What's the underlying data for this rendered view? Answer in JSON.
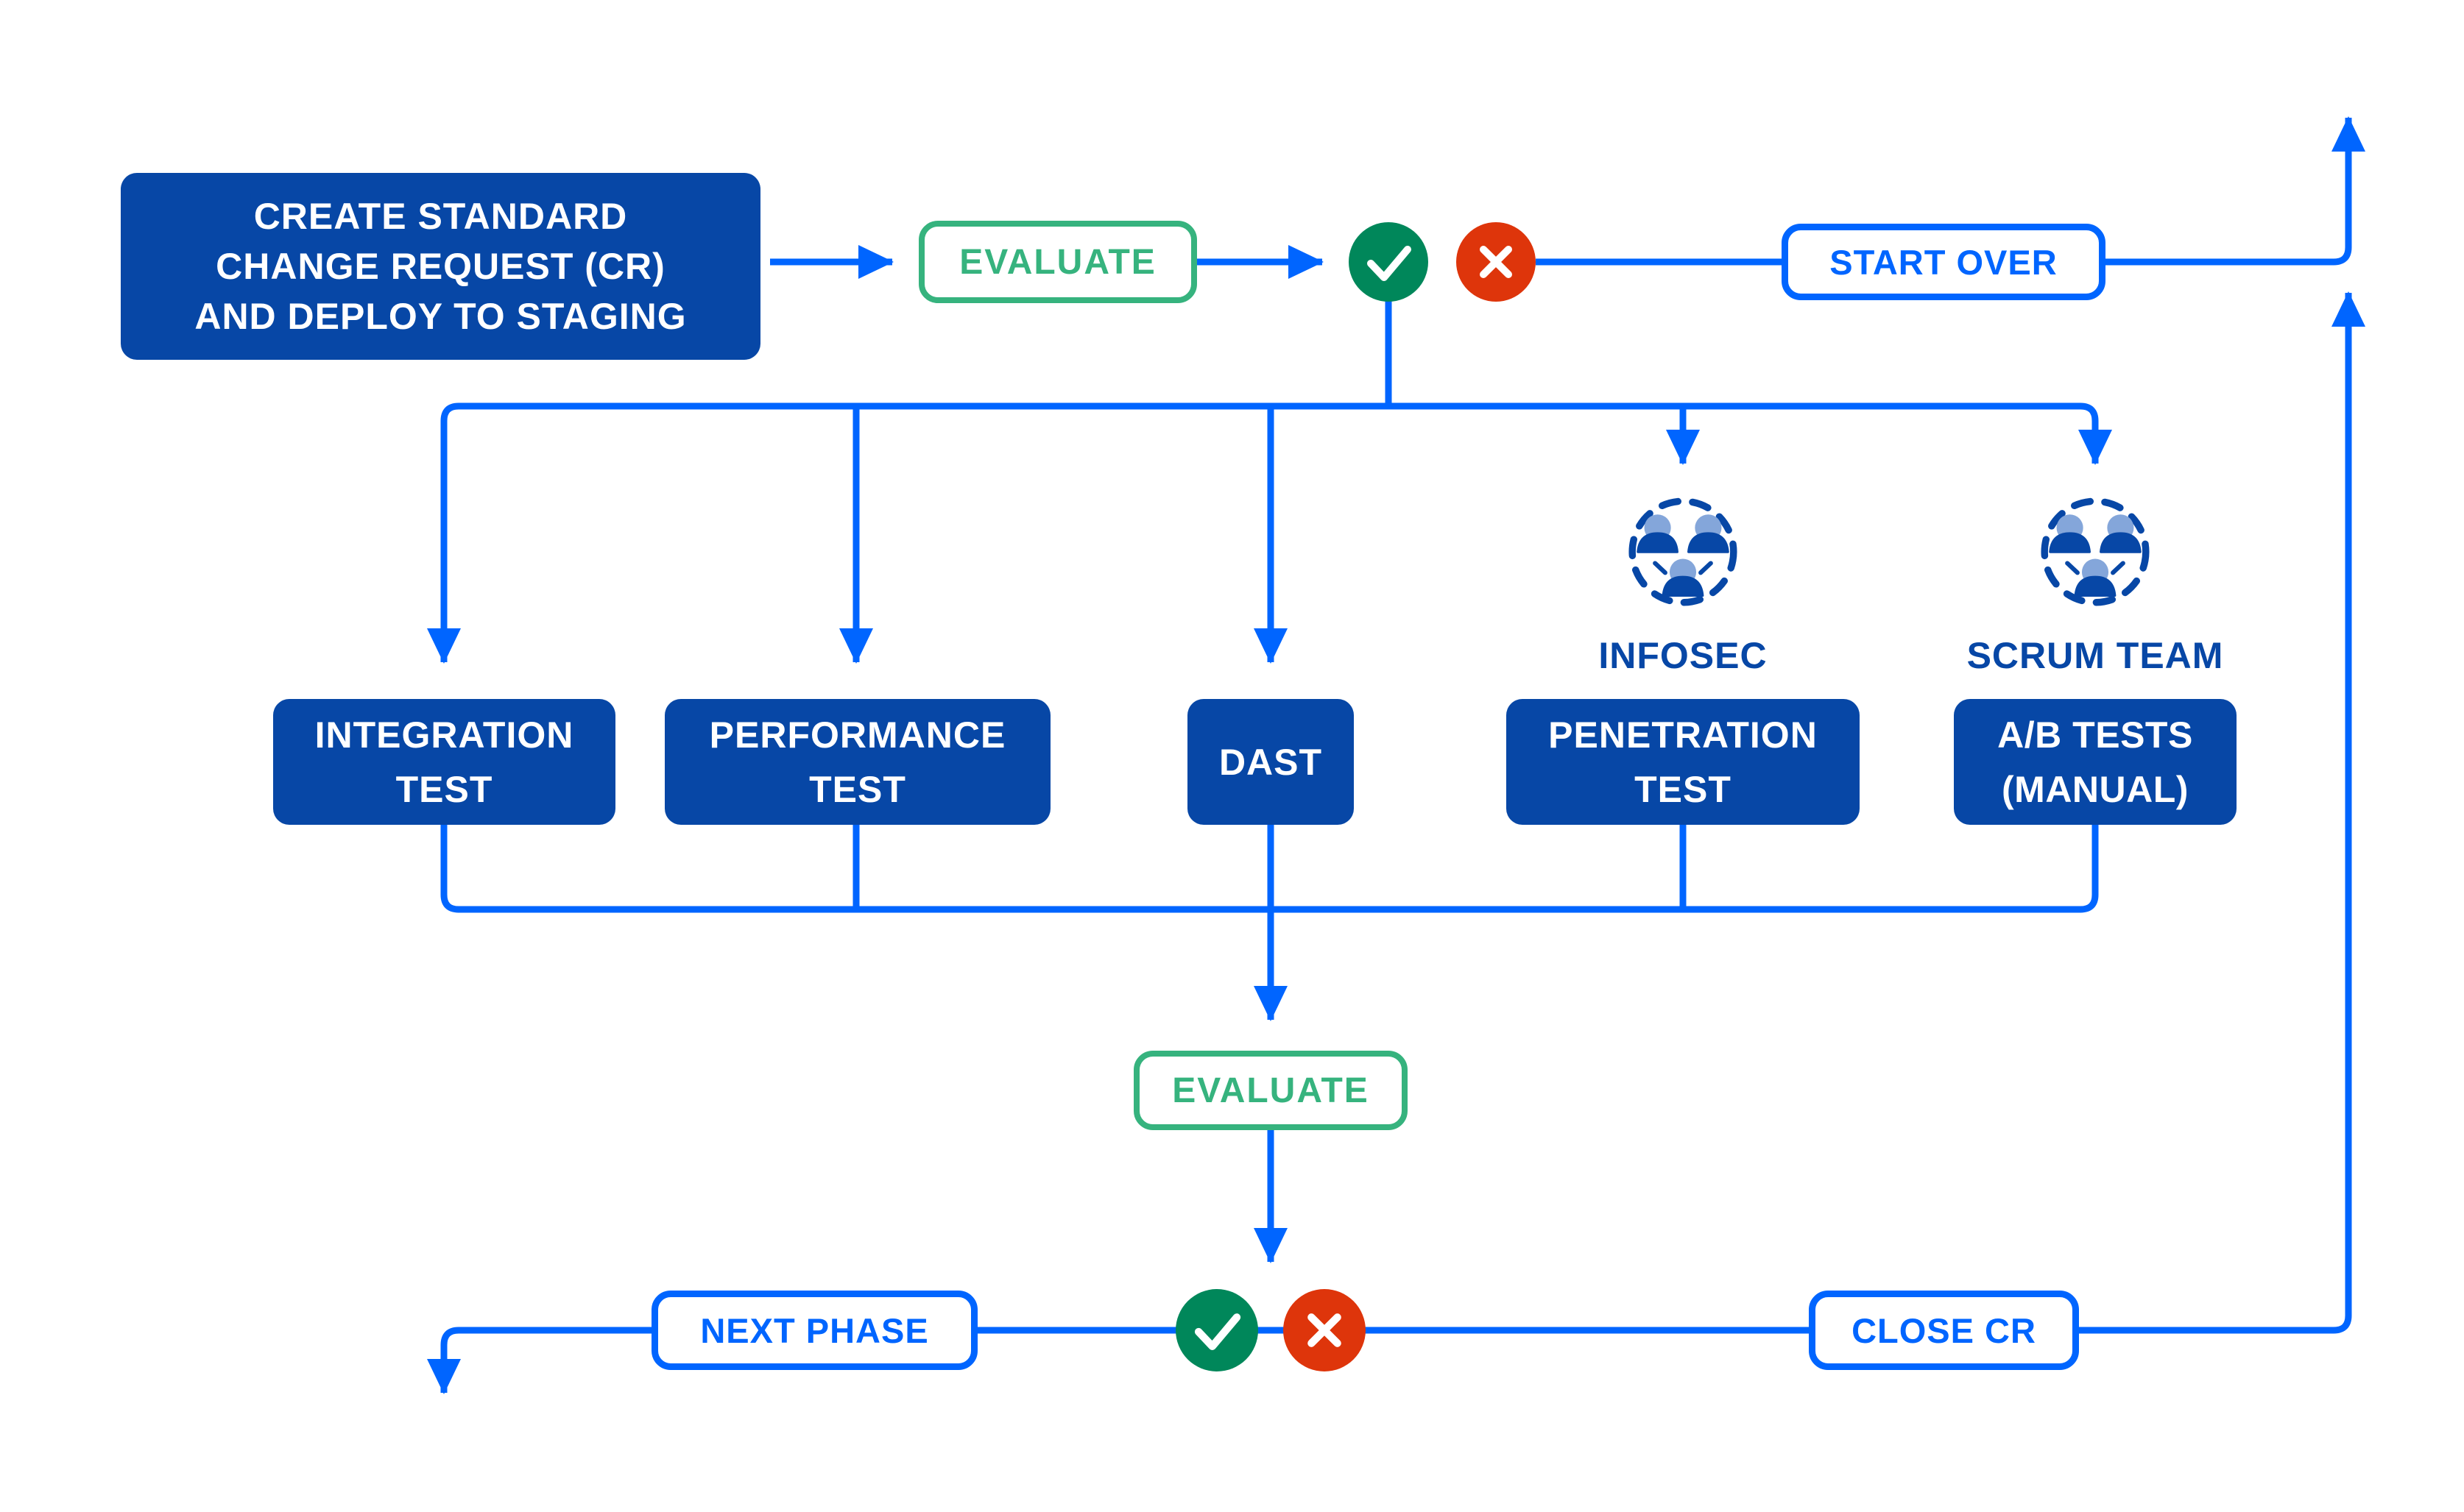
{
  "title": "Standard change request deployment flowchart",
  "colors": {
    "line_blue": "#0065FF",
    "node_blue": "#0747A6",
    "evaluate_green": "#36B37E",
    "approve_green": "#00875A",
    "reject_red": "#DE350B",
    "person_head_blue": "#84A6DA",
    "node_text_white": "#FFFFFF",
    "background": "#FFFFFF"
  },
  "icons": {
    "approve": "check-icon",
    "reject": "x-icon",
    "team": "team-people-icon"
  },
  "nodes": {
    "create_cr": {
      "label": "CREATE STANDARD\nCHANGE REQUEST (CR)\nAND DEPLOY TO STAGING"
    },
    "evaluate_top": {
      "label": "EVALUATE"
    },
    "start_over": {
      "label": "START OVER"
    },
    "integration_test": {
      "label": "INTEGRATION\nTEST"
    },
    "performance_test": {
      "label": "PERFORMANCE\nTEST"
    },
    "dast": {
      "label": "DAST"
    },
    "penetration_test": {
      "label": "PENETRATION\nTEST",
      "team": "INFOSEC"
    },
    "ab_tests": {
      "label": "A/B TESTS\n(MANUAL)",
      "team": "SCRUM TEAM"
    },
    "evaluate_bottom": {
      "label": "EVALUATE"
    },
    "next_phase": {
      "label": "NEXT PHASE"
    },
    "close_cr": {
      "label": "CLOSE CR"
    }
  }
}
